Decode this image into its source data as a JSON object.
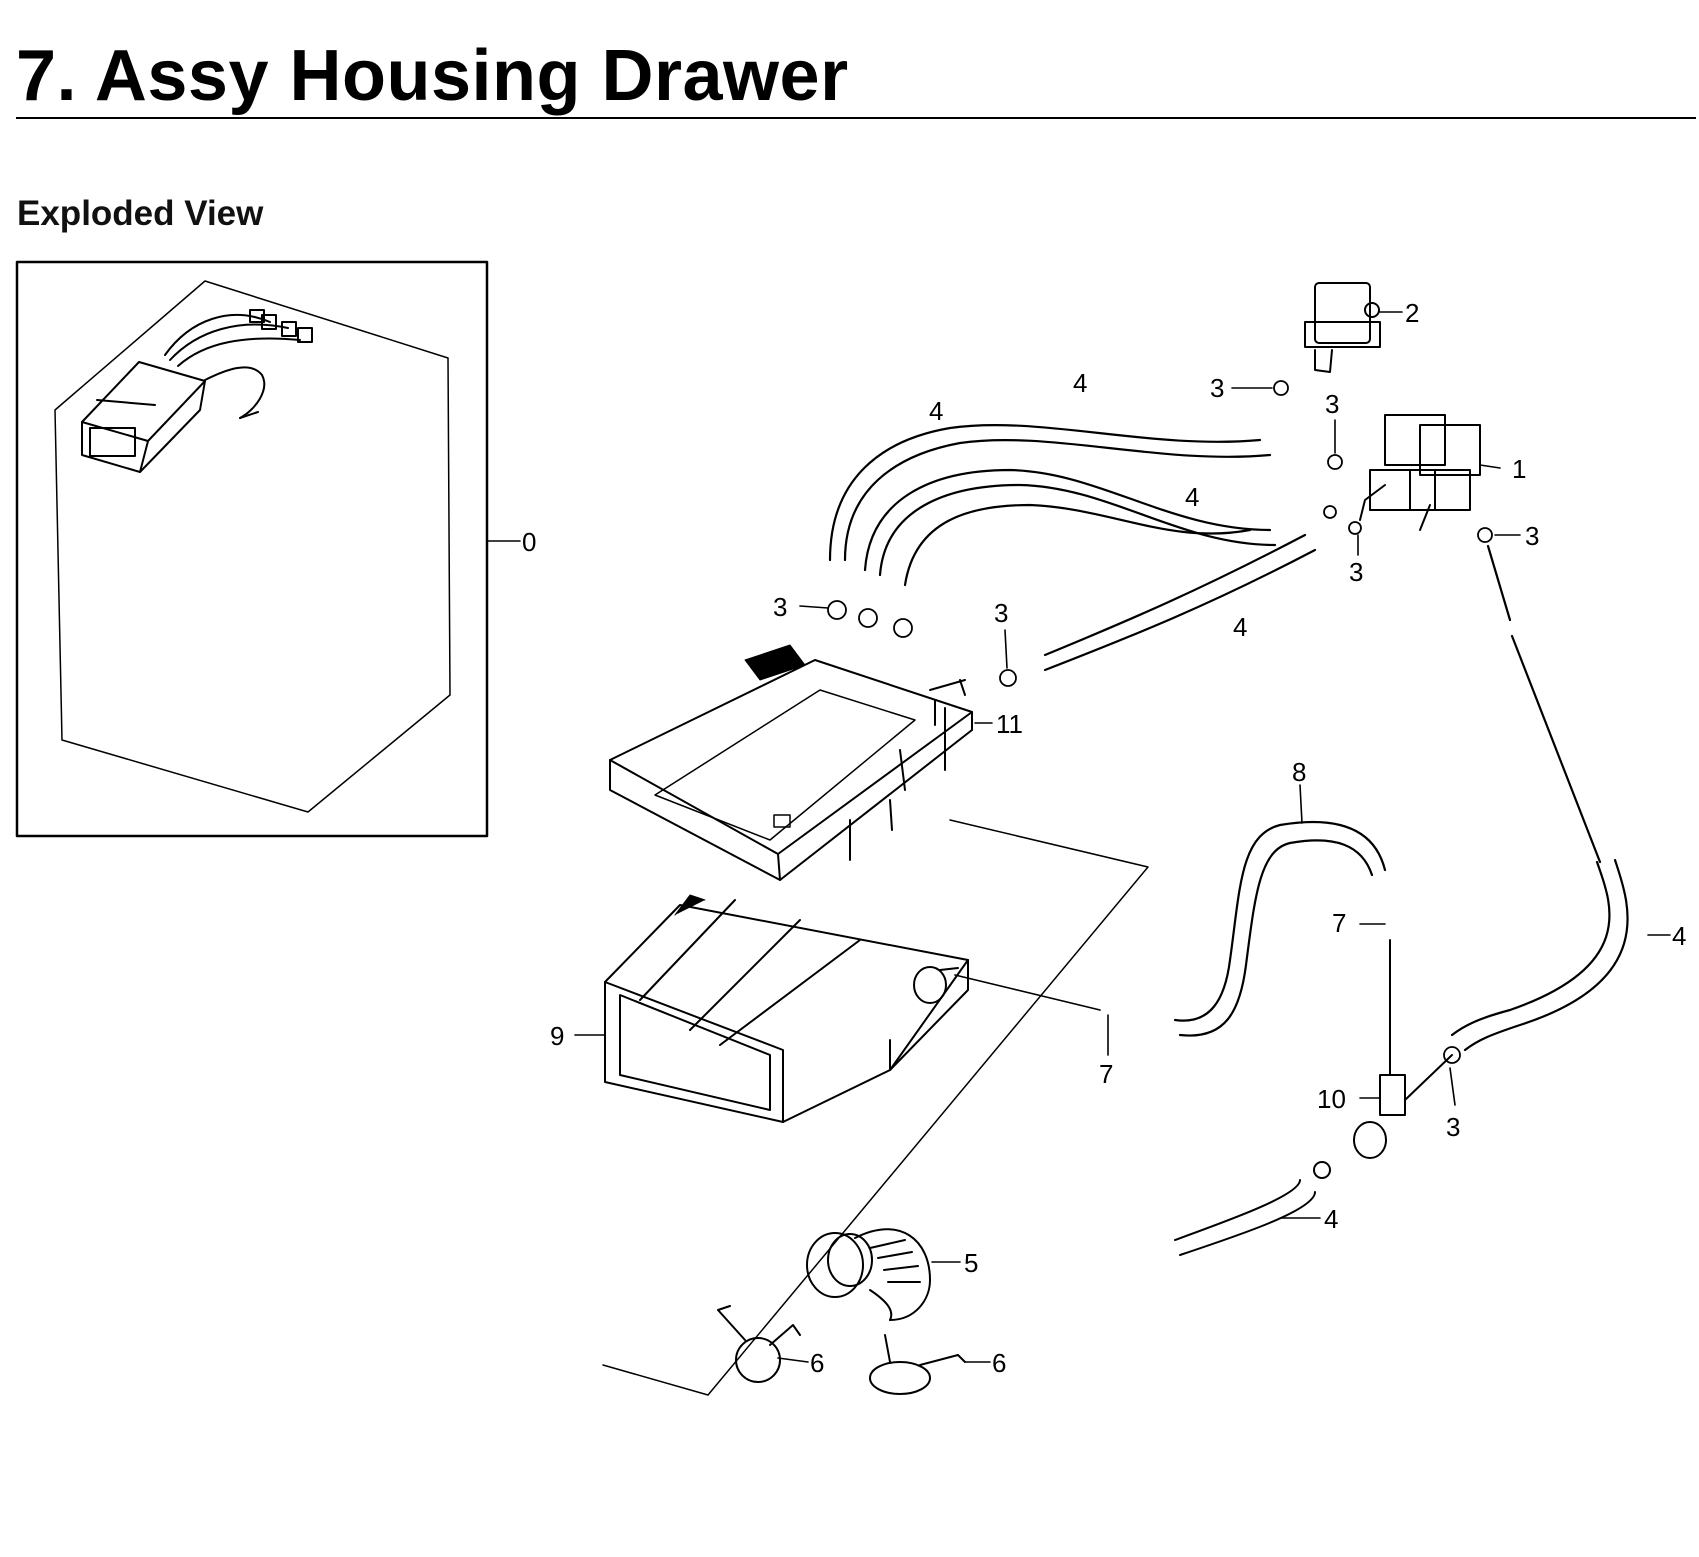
{
  "page": {
    "title": "7.  Assy Housing Drawer",
    "subtitle": "Exploded View"
  },
  "callouts": [
    {
      "id": "c0",
      "text": "0"
    },
    {
      "id": "c2",
      "text": "2"
    },
    {
      "id": "c3a",
      "text": "3"
    },
    {
      "id": "c4a",
      "text": "4"
    },
    {
      "id": "c4b",
      "text": "4"
    },
    {
      "id": "c3b",
      "text": "3"
    },
    {
      "id": "c1",
      "text": "1"
    },
    {
      "id": "c4c",
      "text": "4"
    },
    {
      "id": "c3c",
      "text": "3"
    },
    {
      "id": "c3d",
      "text": "3"
    },
    {
      "id": "c3e",
      "text": "3"
    },
    {
      "id": "c4d",
      "text": "4"
    },
    {
      "id": "c3f",
      "text": "3"
    },
    {
      "id": "c11",
      "text": "11"
    },
    {
      "id": "c8",
      "text": "8"
    },
    {
      "id": "c7a",
      "text": "7"
    },
    {
      "id": "c4e",
      "text": "4"
    },
    {
      "id": "c9",
      "text": "9"
    },
    {
      "id": "c7b",
      "text": "7"
    },
    {
      "id": "c10",
      "text": "10"
    },
    {
      "id": "c3g",
      "text": "3"
    },
    {
      "id": "c4f",
      "text": "4"
    },
    {
      "id": "c5",
      "text": "5"
    },
    {
      "id": "c6a",
      "text": "6"
    },
    {
      "id": "c6b",
      "text": "6"
    }
  ]
}
